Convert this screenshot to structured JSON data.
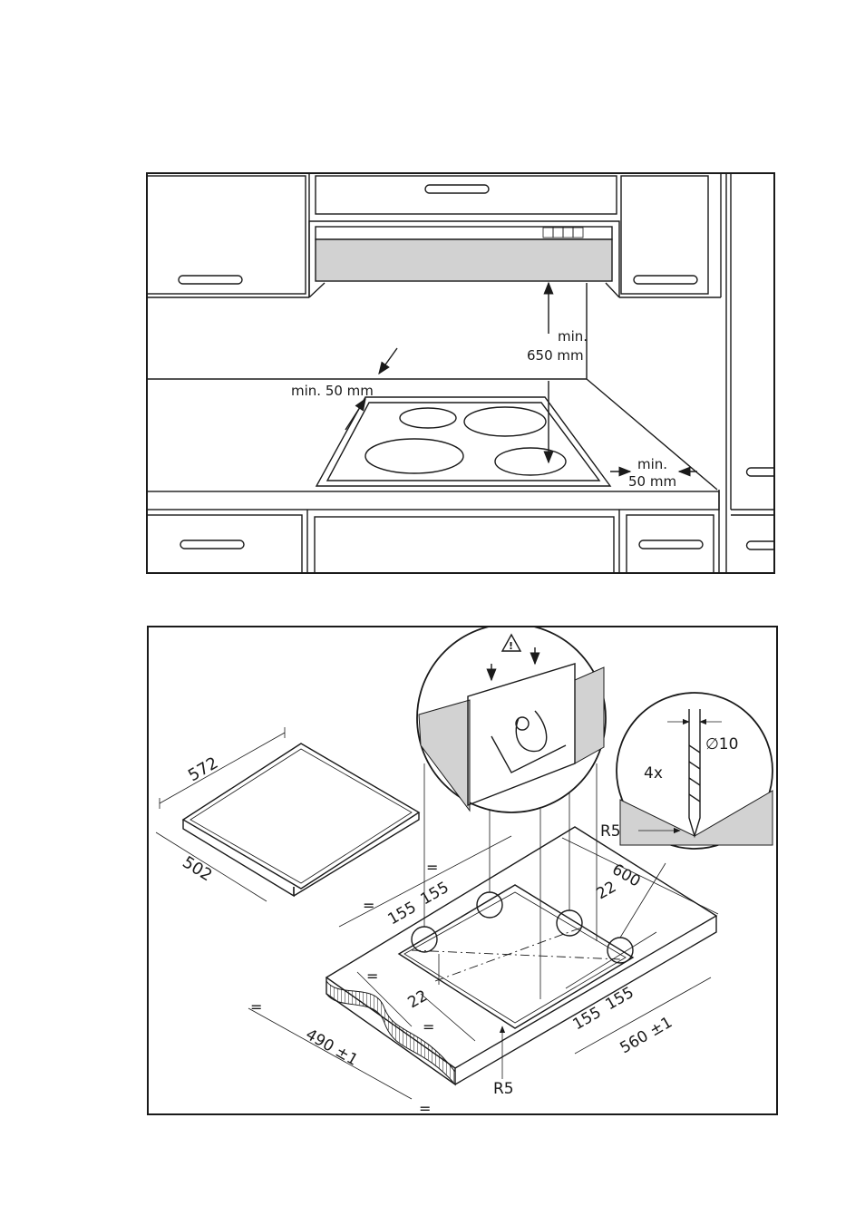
{
  "installation_view": {
    "clearance_top_line1": "min.",
    "clearance_top_line2": "650 mm",
    "clearance_back": "min. 50 mm",
    "clearance_side_line1": "min.",
    "clearance_side_line2": "50 mm"
  },
  "cutout_view": {
    "hob_depth": "572",
    "hob_width": "502",
    "cutout_depth": "600",
    "radius_top": "R5",
    "radius_bottom": "R5",
    "bracket_spacing_1": "155",
    "bracket_spacing_2": "155",
    "bracket_spacing_3": "155",
    "bracket_spacing_4": "155",
    "edge_offset_1": "22",
    "edge_offset_2": "22",
    "cutout_width": "490 ±1",
    "cutout_length": "560 ±1",
    "equal_mark": "=",
    "screw_count": "4x",
    "screw_diameter": "∅10",
    "warning_symbol": "!"
  }
}
